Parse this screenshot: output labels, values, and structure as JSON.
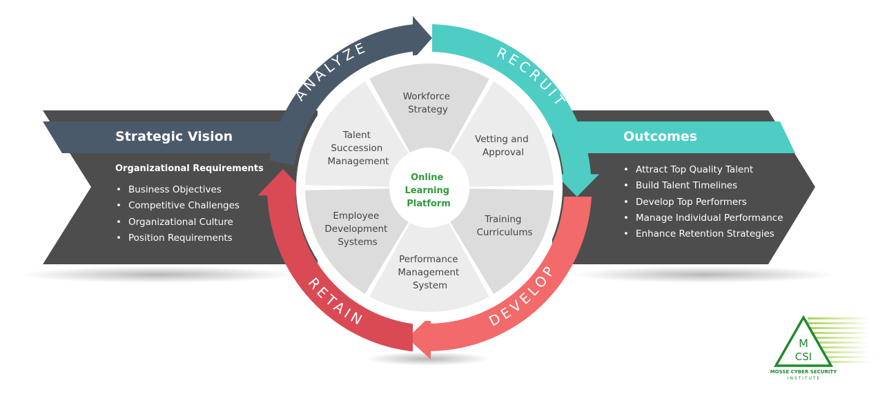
{
  "colors": {
    "dark_panel": "#4d4d4d",
    "slate": "#4b5a6a",
    "teal": "#4ecdc4",
    "coral": "#f26a6a",
    "red": "#d94a55",
    "hub_text": "#2e9a3a",
    "segment_light": "#ececec",
    "segment_dark": "#dcdcdc",
    "logo_green": "#1e8a2e"
  },
  "left_panel": {
    "title": "Strategic Vision",
    "subtitle": "Organizational Requirements",
    "items": [
      "Business Objectives",
      "Competitive Challenges",
      "Organizational Culture",
      "Position Requirements"
    ]
  },
  "right_panel": {
    "title": "Outcomes",
    "items": [
      "Attract Top Quality Talent",
      "Build Talent Timelines",
      "Develop Top Performers",
      "Manage Individual Performance",
      "Enhance Retention Strategies"
    ]
  },
  "cycle": {
    "analyze": "ANALYZE",
    "recruit": "RECRUIT",
    "develop": "DEVELOP",
    "retain": "RETAIN"
  },
  "wheel": {
    "hub": [
      "Online",
      "Learning",
      "Platform"
    ],
    "segments": [
      {
        "lines": [
          "Workforce",
          "Strategy"
        ]
      },
      {
        "lines": [
          "Vetting and",
          "Approval"
        ]
      },
      {
        "lines": [
          "Training",
          "Curriculums"
        ]
      },
      {
        "lines": [
          "Performance",
          "Management",
          "System"
        ]
      },
      {
        "lines": [
          "Employee",
          "Development",
          "Systems"
        ]
      },
      {
        "lines": [
          "Talent",
          "Succession",
          "Management"
        ]
      }
    ]
  },
  "logo": {
    "letters_top": "M",
    "letters_bottom": "CSI",
    "name": "MOSSE CYBER SECURITY",
    "tagline": "I N S T I T U T E"
  }
}
